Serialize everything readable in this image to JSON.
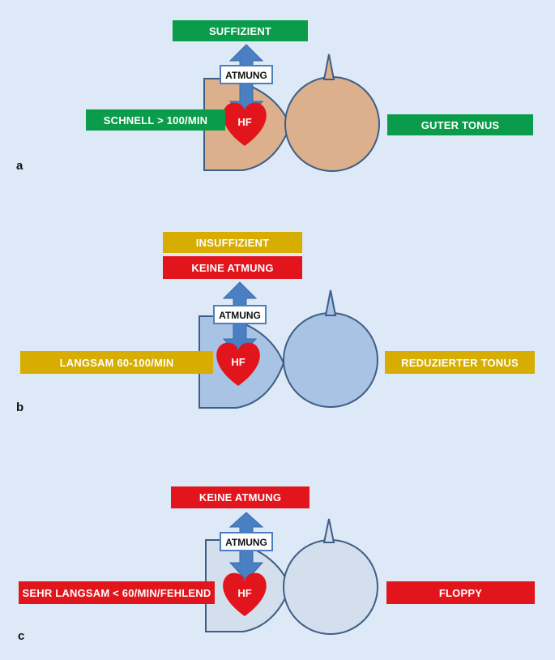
{
  "colors": {
    "background": "#dde9f6",
    "green": "#0a9b4b",
    "yellow": "#d6ad00",
    "red": "#e2141c",
    "arrow": "#4a7fc1",
    "heart": "#e2141c",
    "outline": "#3f5e86"
  },
  "panels": [
    {
      "letter": "a",
      "body_color": "#dcb08c",
      "top_labels": [
        "SUFFIZIENT"
      ],
      "breathing": "ATMUNG",
      "heart": "HF",
      "left_label": "SCHNELL > 100/MIN",
      "right_label": "GUTER TONUS"
    },
    {
      "letter": "b",
      "body_color": "#a8c3e4",
      "top_labels": [
        "INSUFFIZIENT",
        "KEINE ATMUNG"
      ],
      "breathing": "ATMUNG",
      "heart": "HF",
      "left_label": "LANGSAM 60-100/MIN",
      "right_label": "REDUZIERTER TONUS"
    },
    {
      "letter": "c",
      "body_color": "#d3dfec",
      "top_labels": [
        "KEINE ATMUNG"
      ],
      "breathing": "ATMUNG",
      "heart": "HF",
      "left_label": "SEHR LANGSAM < 60/MIN/FEHLEND",
      "right_label": "FLOPPY"
    }
  ]
}
